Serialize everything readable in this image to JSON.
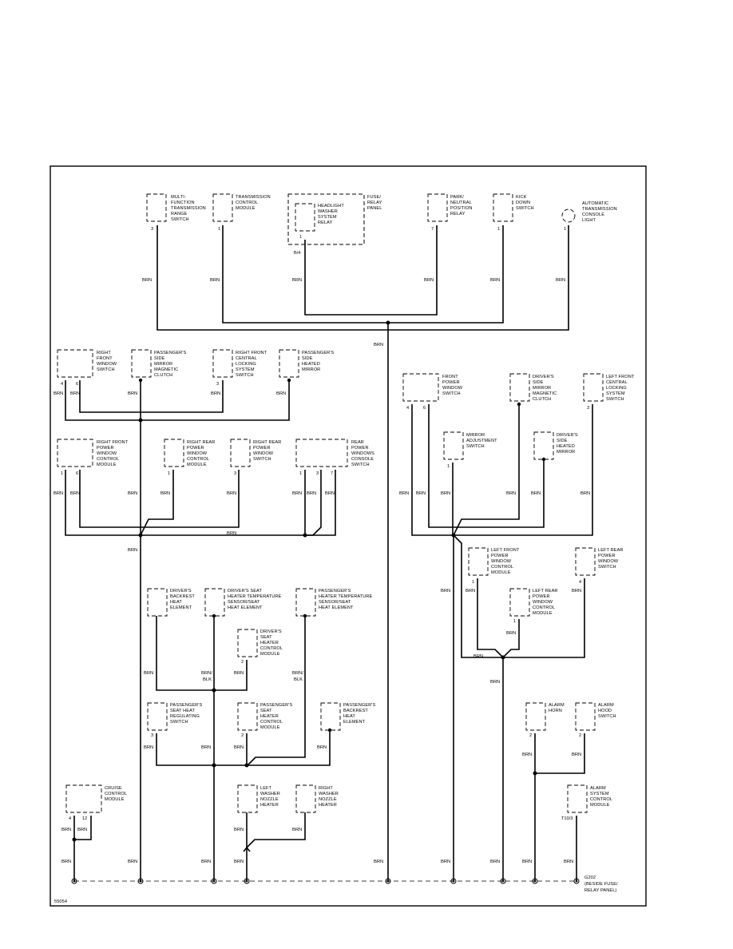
{
  "components": {
    "multi_function_range_switch": [
      "MULTI-",
      "FUNCTION",
      "TRANSMISSION",
      "RANGE",
      "SWITCH"
    ],
    "transmission_control_module": [
      "TRANSMISSION",
      "CONTROL",
      "MODULE"
    ],
    "headlight_washer_relay": [
      "HEADLIGHT",
      "WASHER",
      "SYSTEM",
      "RELAY"
    ],
    "fuse_relay_panel": [
      "FUSE/",
      "RELAY",
      "PANEL"
    ],
    "park_neutral_relay": [
      "PARK/",
      "NEUTRAL",
      "POSITION",
      "RELAY"
    ],
    "kick_down_switch": [
      "KICK",
      "DOWN",
      "SWITCH"
    ],
    "auto_trans_console_light": [
      "AUTOMATIC",
      "TRANSMISSION",
      "CONSOLE",
      "LIGHT"
    ],
    "right_front_window_switch": [
      "RIGHT",
      "FRONT",
      "WINDOW",
      "SWITCH"
    ],
    "pass_mirror_clutch": [
      "PASSENGER'S",
      "SIDE",
      "MIRROR",
      "MAGNETIC",
      "CLUTCH"
    ],
    "rf_central_locking_switch": [
      "RIGHT FRONT",
      "CENTRAL",
      "LOCKING",
      "SYSTEM",
      "SWITCH"
    ],
    "pass_heated_mirror": [
      "PASSENGER'S",
      "SIDE",
      "HEATED",
      "MIRROR"
    ],
    "front_power_window_switch": [
      "FRONT",
      "POWER",
      "WINDOW",
      "SWITCH"
    ],
    "driver_mirror_clutch": [
      "DRIVER'S",
      "SIDE",
      "MIRROR",
      "MAGNETIC",
      "CLUTCH"
    ],
    "lf_central_locking_switch": [
      "LEFT FRONT",
      "CENTRAL",
      "LOCKING",
      "SYSTEM",
      "SWITCH"
    ],
    "mirror_adjustment_switch": [
      "MIRROR",
      "ADJUSTMENT",
      "SWITCH"
    ],
    "driver_heated_mirror": [
      "DRIVER'S",
      "SIDE",
      "HEATED",
      "MIRROR"
    ],
    "rf_power_window_module": [
      "RIGHT FRONT",
      "POWER",
      "WINDOW",
      "CONTROL",
      "MODULE"
    ],
    "rr_power_window_module": [
      "RIGHT REAR",
      "POWER",
      "WINDOW",
      "CONTROL",
      "MODULE"
    ],
    "rr_power_window_switch": [
      "RIGHT REAR",
      "POWER",
      "WINDOW",
      "SWITCH"
    ],
    "rear_power_windows_console_switch": [
      "REAR",
      "POWER",
      "WINDOWS",
      "CONSOLE",
      "SWITCH"
    ],
    "lf_power_window_module": [
      "LEFT FRONT",
      "POWER",
      "WINDOW",
      "CONTROL",
      "MODULE"
    ],
    "lr_power_window_switch": [
      "LEFT REAR",
      "POWER",
      "WINDOW",
      "SWITCH"
    ],
    "lr_power_window_module": [
      "LEFT REAR",
      "POWER",
      "WINDOW",
      "CONTROL",
      "MODULE"
    ],
    "driver_backrest_heat": [
      "DRIVER'S",
      "BACKREST",
      "HEAT",
      "ELEMENT"
    ],
    "driver_seat_heater_sensor": [
      "DRIVER'S SEAT",
      "HEATER TEMPERATURE",
      "SENSOR/SEAT",
      "HEAT ELEMENT"
    ],
    "pass_heater_sensor": [
      "PASSENGER'S",
      "HEATER TEMPERATURE",
      "SENSOR/SEAT",
      "HEAT ELEMENT"
    ],
    "driver_seat_heater_module": [
      "DRIVER'S",
      "SEAT",
      "HEATER",
      "CONTROL",
      "MODULE"
    ],
    "pass_seat_heat_switch": [
      "PASSENGER'S",
      "SEAT HEAT",
      "REGULATING",
      "SWITCH"
    ],
    "pass_seat_heater_module": [
      "PASSENGER'S",
      "SEAT",
      "HEATER",
      "CONTROL",
      "MODULE"
    ],
    "pass_backrest_heat": [
      "PASSENGER'S",
      "BACKREST",
      "HEAT",
      "ELEMENT"
    ],
    "cruise_control_module": [
      "CRUISE",
      "CONTROL",
      "MODULE"
    ],
    "left_washer_nozzle_heater": [
      "LEFT",
      "WASHER",
      "NOZZLE",
      "HEATER"
    ],
    "right_washer_nozzle_heater": [
      "RIGHT",
      "WASHER",
      "NOZZLE",
      "HEATER"
    ],
    "alarm_horn": [
      "ALARM",
      "HORN"
    ],
    "alarm_hood_switch": [
      "ALARM",
      "HOOD",
      "SWITCH"
    ],
    "alarm_system_module": [
      "ALARM",
      "SYSTEM",
      "CONTROL",
      "MODULE"
    ],
    "ground_g202": [
      "G202",
      "(BESIDE FUSE/",
      "RELAY PANEL)"
    ]
  },
  "pins": {
    "p3a": "3",
    "p1a": "1",
    "p1b": "1",
    "p7a": "7",
    "p1c": "1",
    "p1d": "1",
    "p4a": "4",
    "p6a": "6",
    "p3b": "3",
    "p4b": "4",
    "p6b": "6",
    "p3c": "3",
    "p1e": "1",
    "p6c": "6",
    "p1f": "1",
    "p3d": "3",
    "p1g": "1",
    "p3e": "3",
    "p7b": "7",
    "p1h": "1",
    "p1i": "1",
    "p1j": "1",
    "p4c": "4",
    "p2a": "2",
    "p3f": "3",
    "p2b": "2",
    "p4d": "4",
    "p12": "12",
    "p2c": "2",
    "p2d": "2"
  },
  "connector_ids": {
    "b4": "B/4",
    "t10": "T10/3"
  },
  "wire_colors": {
    "brn": "BRN",
    "brn_blk_1": "BRN/",
    "brn_blk_2": "BLK"
  },
  "diagram_id": "55054"
}
